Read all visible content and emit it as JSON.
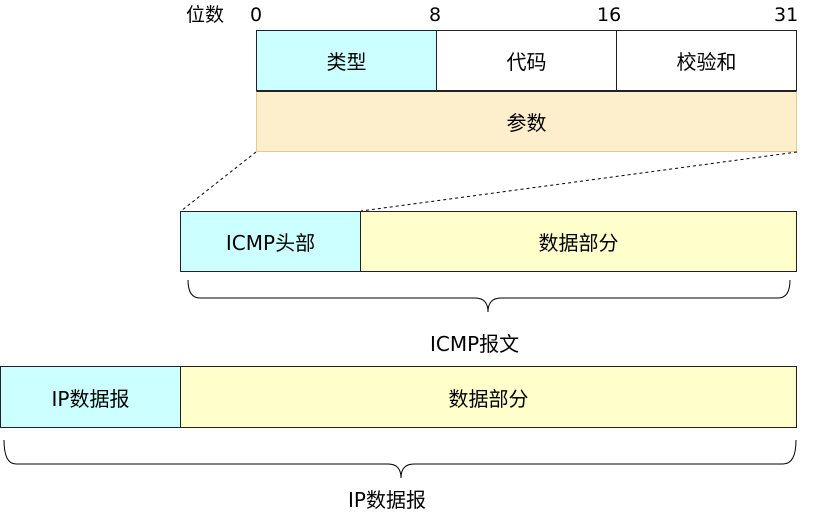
{
  "header_fields": {
    "bits_label": "位数",
    "tick_0": "0",
    "tick_8": "8",
    "tick_16": "16",
    "tick_31": "31",
    "type": "类型",
    "code": "代码",
    "checksum": "校验和",
    "params": "参数"
  },
  "icmp_message": {
    "header": "ICMP头部",
    "data": "数据部分",
    "label": "ICMP报文"
  },
  "ip_datagram": {
    "header": "IP数据报",
    "data": "数据部分",
    "label": "IP数据报"
  },
  "colors": {
    "cyan": "#ccffff",
    "peach": "#fdeecc",
    "yellow": "#ffffcc"
  }
}
